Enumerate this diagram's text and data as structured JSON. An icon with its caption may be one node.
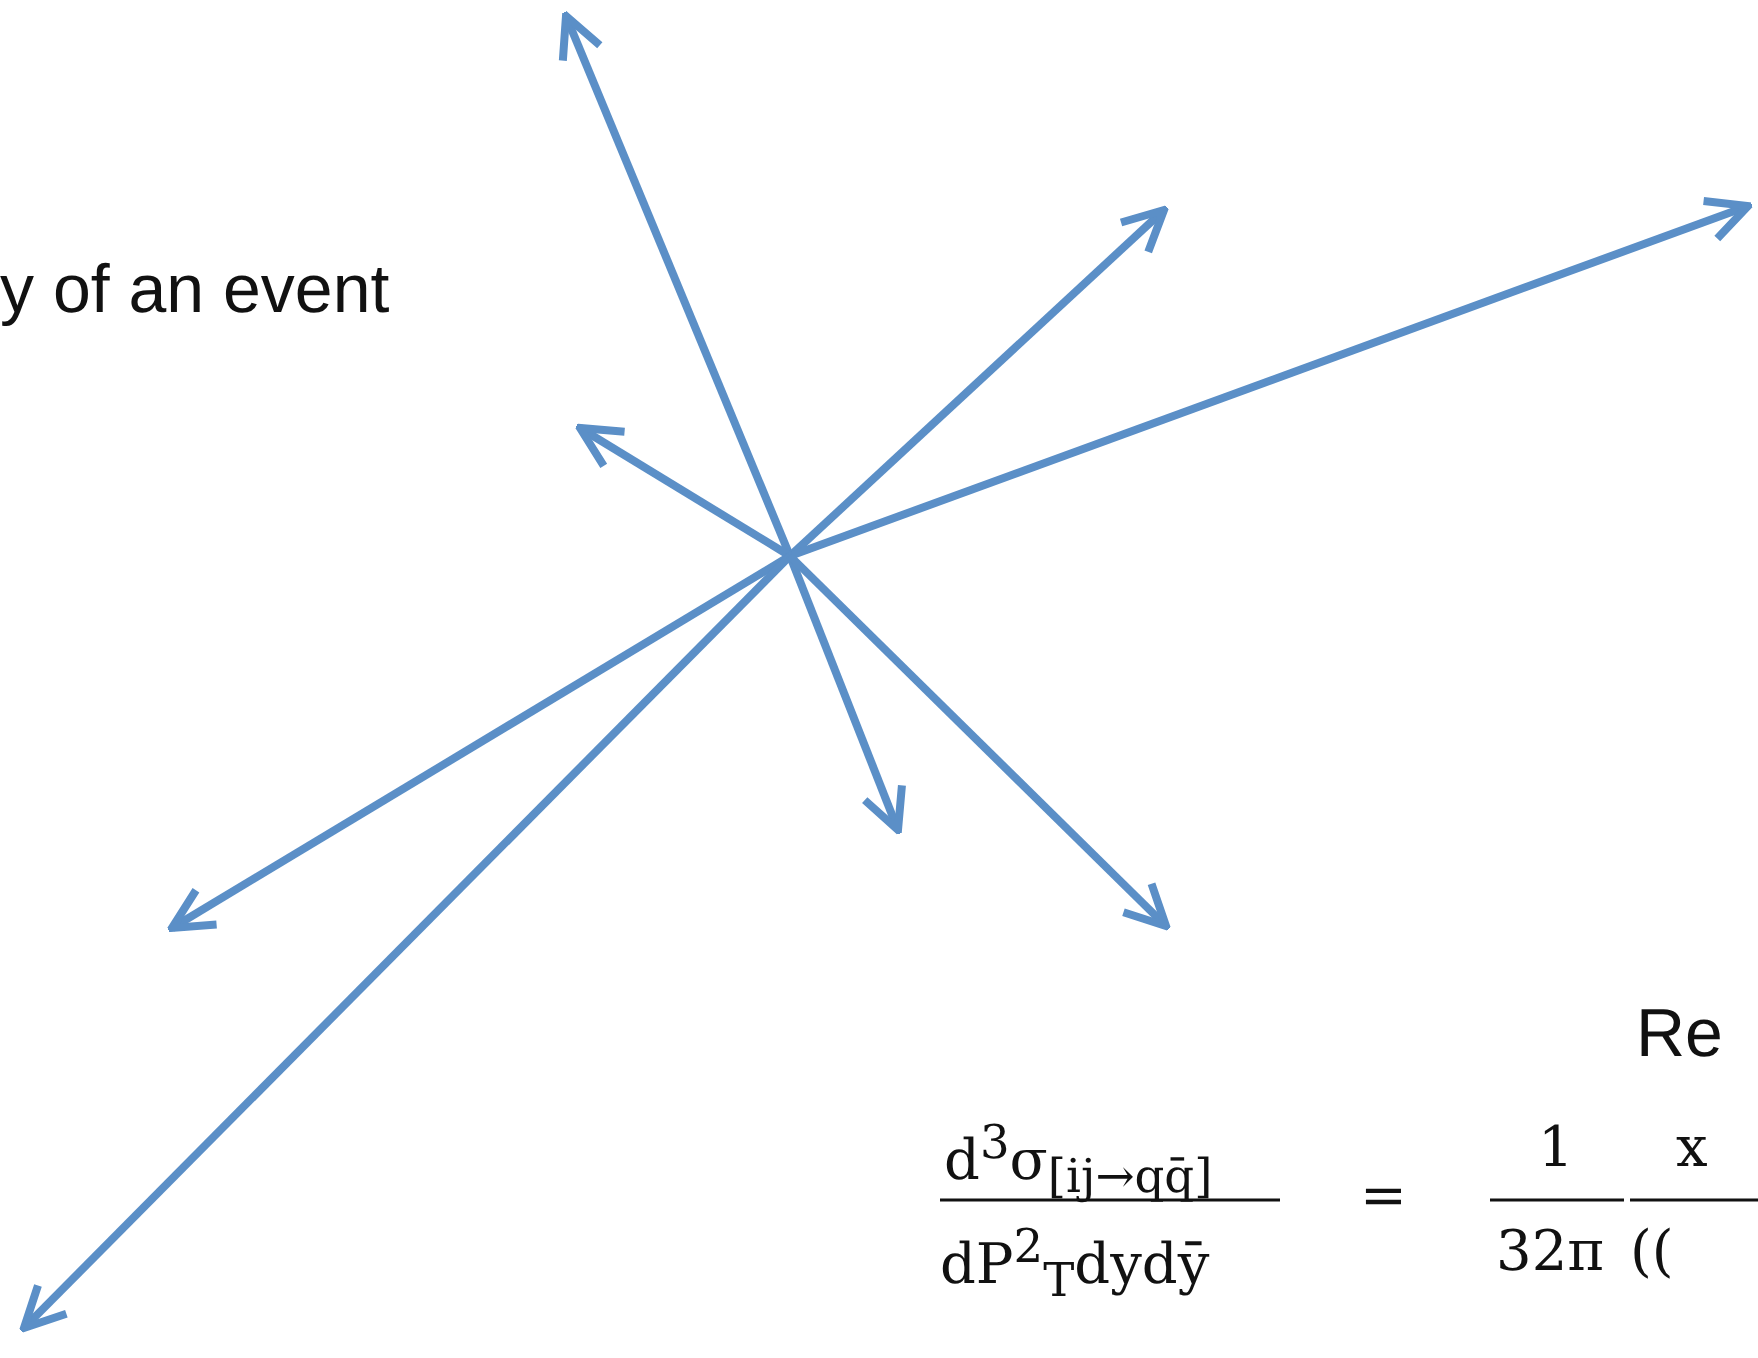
{
  "diagram": {
    "labels": [
      "y of an event",
      "Re",
      "d$^{3}$σ$_{[ij→qq̄]}$",
      "dP$^{2}$$_{T}$dydȳ",
      "=",
      "1",
      "32π",
      "x",
      "(("
    ]
  }
}
